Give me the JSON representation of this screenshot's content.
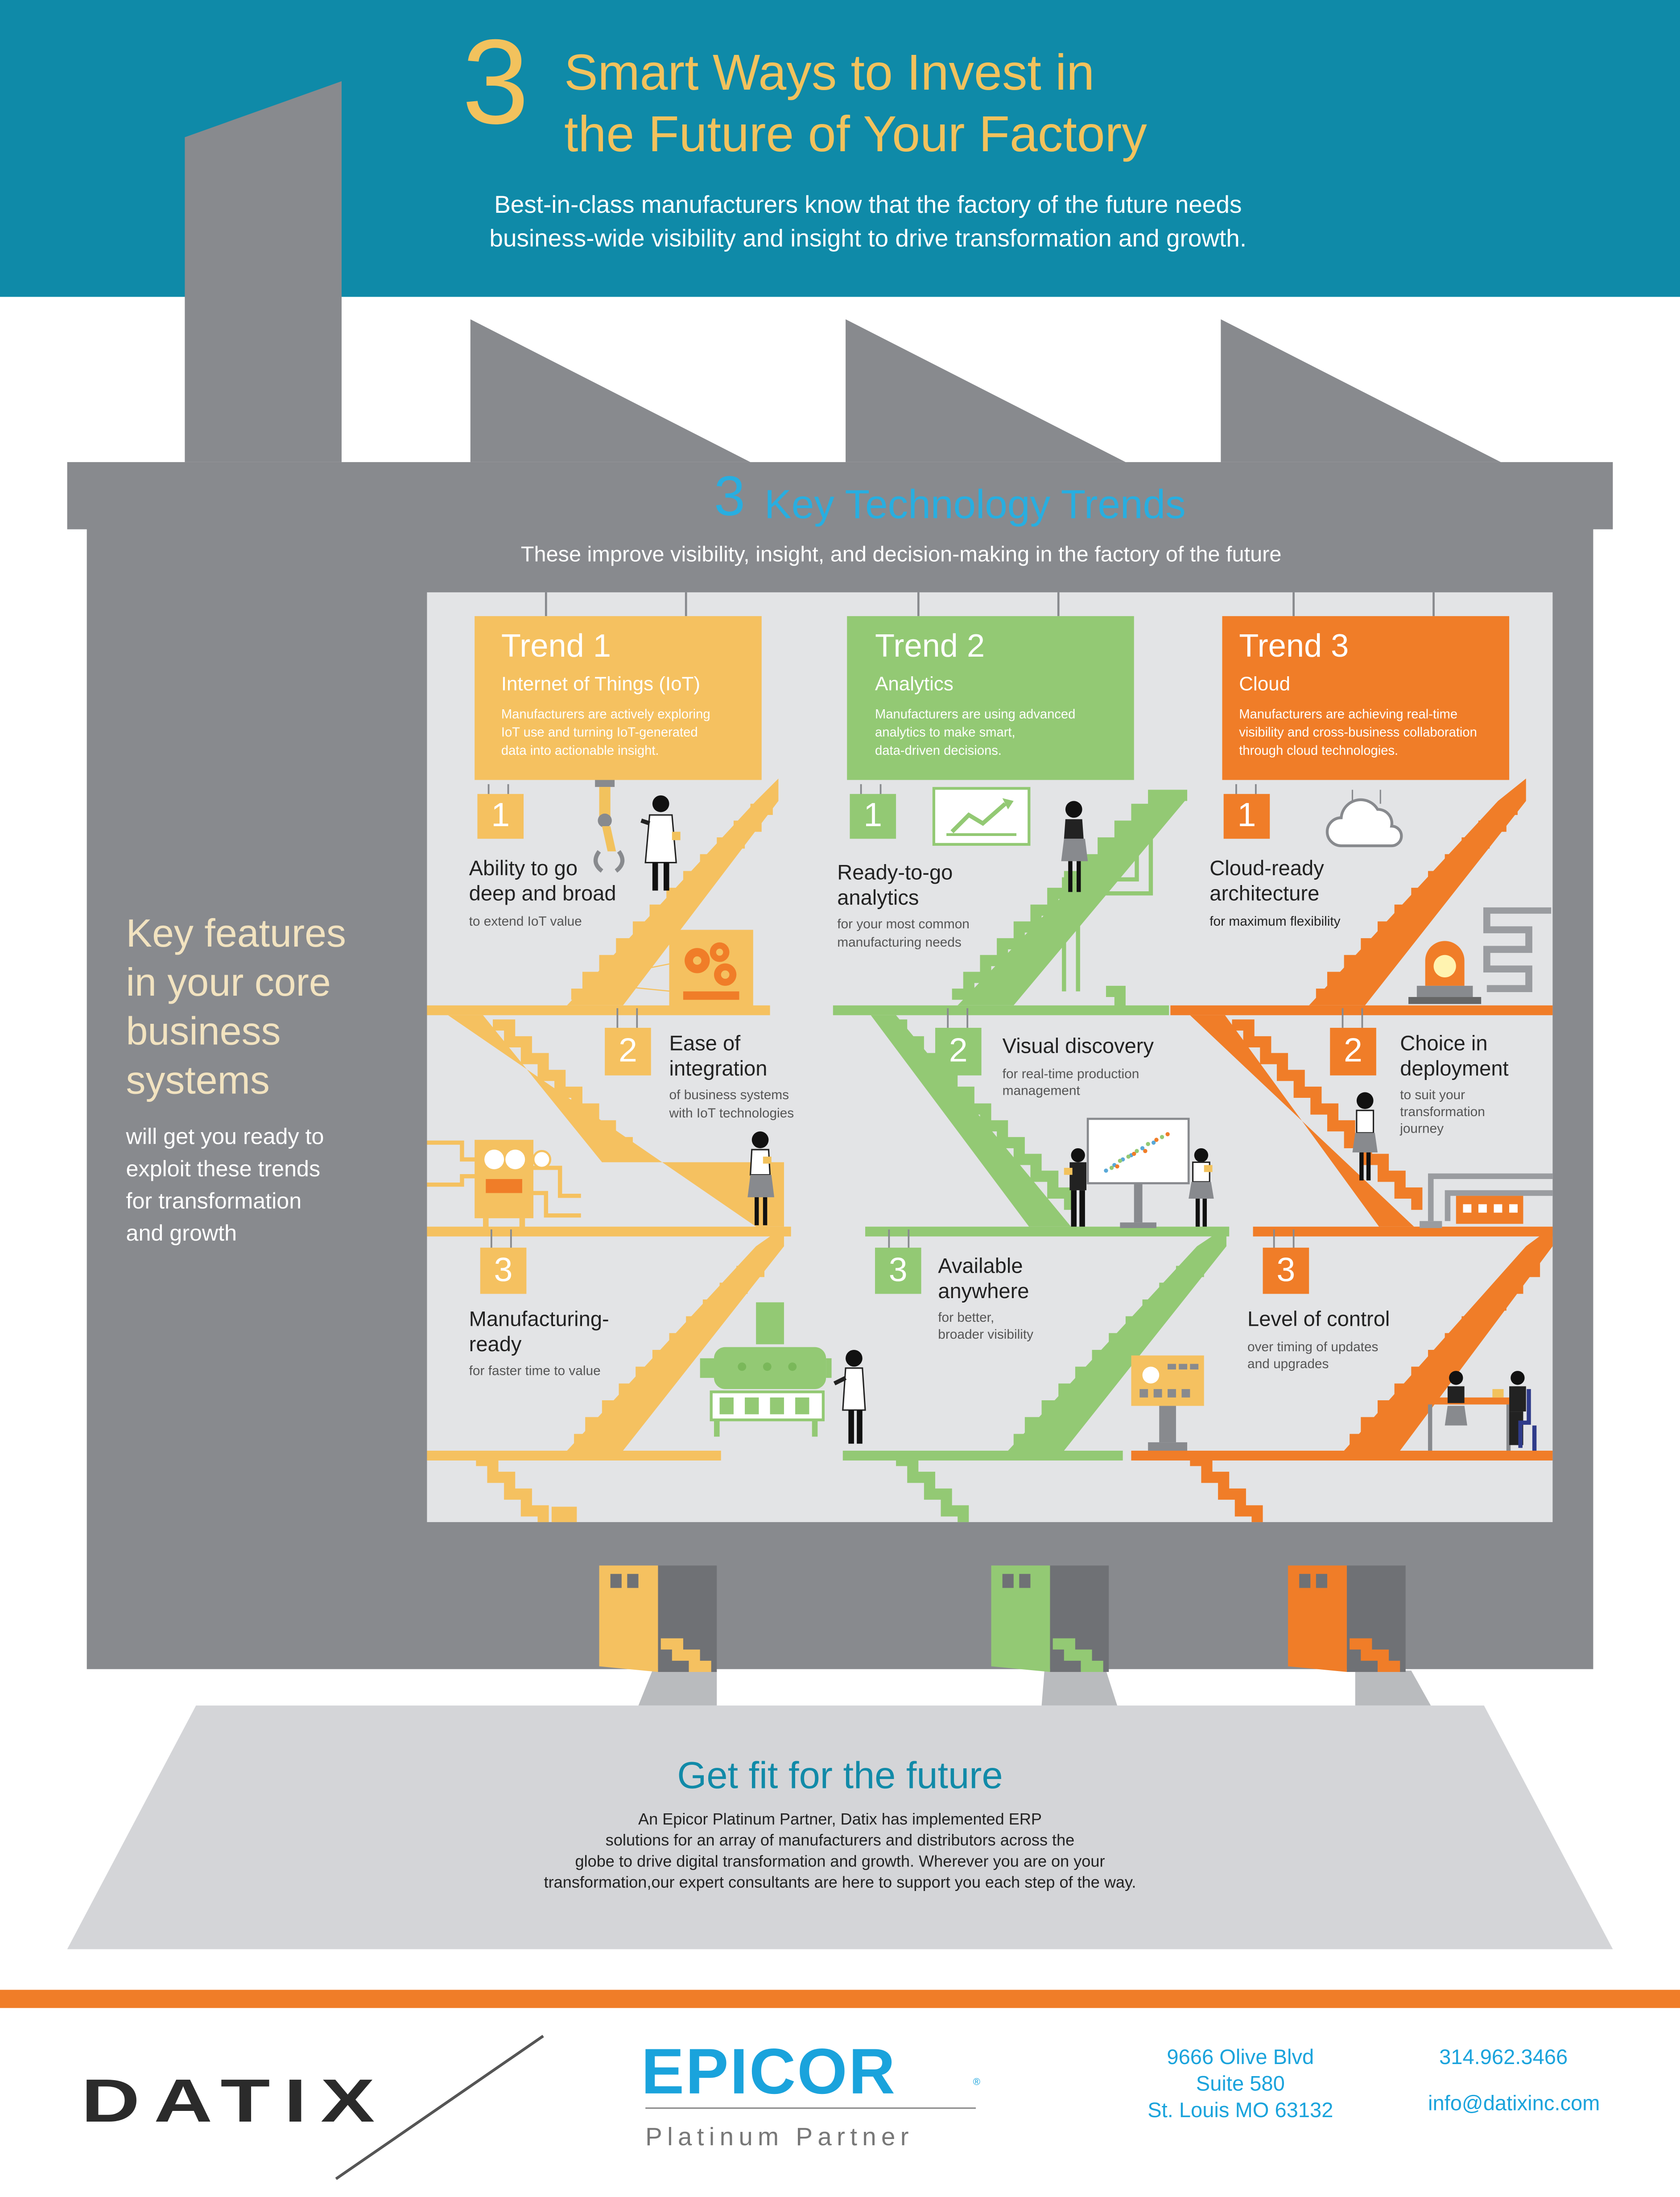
{
  "header": {
    "number": "3",
    "title_line1": "Smart Ways to Invest in",
    "title_line2": "the Future of Your Factory",
    "subtitle_line1": "Best-in-class manufacturers know that the factory of the future needs",
    "subtitle_line2": "business-wide visibility and insight to drive transformation and growth."
  },
  "trends_heading": {
    "number": "3",
    "title": "Key Technology Trends",
    "subtitle": "These improve visibility, insight, and decision-making in the factory of the future"
  },
  "key_features": {
    "title_line1": "Key features",
    "title_line2": "in your core",
    "title_line3": "business",
    "title_line4": "systems",
    "body_line1": "will get you ready to",
    "body_line2": "exploit these trends",
    "body_line3": "for transformation",
    "body_line4": "and growth"
  },
  "trends": [
    {
      "title": "Trend 1",
      "subtitle": "Internet of Things (IoT)",
      "desc_line1": "Manufacturers are actively exploring",
      "desc_line2": "IoT use and turning IoT-generated",
      "desc_line3": "data into actionable insight.",
      "features": [
        {
          "num": "1",
          "title_line1": "Ability to go",
          "title_line2": "deep and broad",
          "desc_line1": "to extend IoT value",
          "desc_line2": ""
        },
        {
          "num": "2",
          "title_line1": "Ease of",
          "title_line2": "integration",
          "desc_line1": "of business systems",
          "desc_line2": "with IoT technologies"
        },
        {
          "num": "3",
          "title_line1": "Manufacturing-",
          "title_line2": "ready",
          "desc_line1": "for faster time to value",
          "desc_line2": ""
        }
      ]
    },
    {
      "title": "Trend 2",
      "subtitle": "Analytics",
      "desc_line1": "Manufacturers are using advanced",
      "desc_line2": "analytics to make smart,",
      "desc_line3": "data-driven decisions.",
      "features": [
        {
          "num": "1",
          "title_line1": "Ready-to-go",
          "title_line2": "analytics",
          "desc_line1": "for your most common",
          "desc_line2": "manufacturing needs"
        },
        {
          "num": "2",
          "title_line1": "Visual discovery",
          "title_line2": "",
          "desc_line1": "for real-time production",
          "desc_line2": "management"
        },
        {
          "num": "3",
          "title_line1": "Available",
          "title_line2": "anywhere",
          "desc_line1": "for better,",
          "desc_line2": "broader visibility"
        }
      ]
    },
    {
      "title": "Trend 3",
      "subtitle": "Cloud",
      "desc_line1": "Manufacturers are achieving real-time",
      "desc_line2": "visibility and cross-business collaboration",
      "desc_line3": "through cloud technologies.",
      "features": [
        {
          "num": "1",
          "title_line1": "Cloud-ready",
          "title_line2": "architecture",
          "desc_line1": "for maximum flexibility",
          "desc_line2": ""
        },
        {
          "num": "2",
          "title_line1": "Choice in",
          "title_line2": "deployment",
          "desc_line1": "to suit your",
          "desc_line2": "transformation",
          "desc_line3": "journey"
        },
        {
          "num": "3",
          "title_line1": "Level of control",
          "title_line2": "",
          "desc_line1": "over timing of updates",
          "desc_line2": "and upgrades"
        }
      ]
    }
  ],
  "fit": {
    "title": "Get fit for the future",
    "line1": "An Epicor Platinum Partner, Datix has implemented ERP",
    "line2": "solutions for an array of manufacturers and distributors across the",
    "line3": "globe to drive digital transformation and growth. Wherever you are on your",
    "line4": "transformation,our expert consultants are here to support you each step of the way."
  },
  "footer": {
    "datix_logo": "DATIX",
    "epicor_logo": "EPICOR",
    "epicor_reg": "®",
    "partner": "Platinum Partner",
    "address_line1": "9666 Olive Blvd",
    "address_line2": "Suite 580",
    "address_line3": "St. Louis MO 63132",
    "phone": "314.962.3466",
    "email": "info@datixinc.com"
  },
  "colors": {
    "header_blue": "#0f8aa8",
    "factory_gray": "#888a8e",
    "interior": "#e3e4e6",
    "trend1": "#f5c160",
    "trend2": "#93c974",
    "trend3": "#f07d28",
    "gold": "#f2c25d",
    "cyan": "#28aee0",
    "teal_title": "#118aa8",
    "footer_orange": "#f07d28"
  },
  "icons": [
    "robot-arm-icon",
    "gears-icon",
    "control-panel-icon",
    "machine-icon",
    "chart-board-icon",
    "scatter-screen-icon",
    "cloud-icon",
    "alarm-light-icon",
    "pipes-icon",
    "heater-icon",
    "kiosk-icon",
    "meeting-table-icon",
    "person-icon",
    "door-icon"
  ]
}
